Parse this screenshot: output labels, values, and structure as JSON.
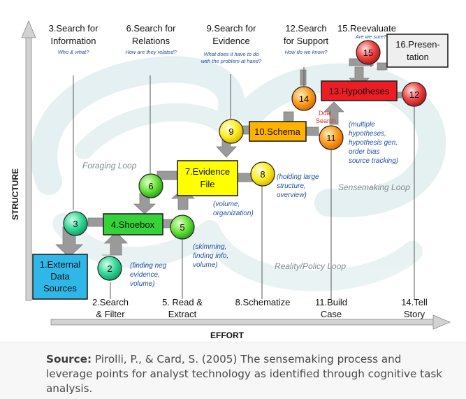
{
  "axes": {
    "structure_label": "STRUCTURE",
    "effort_label": "EFFORT"
  },
  "loops": {
    "foraging": "Foraging Loop",
    "sensemaking": "Sensemaking Loop",
    "reality": "Reality/Policy Loop"
  },
  "top_labels": [
    {
      "line1": "3.Search for",
      "line2": "Information",
      "note": "Who & what?"
    },
    {
      "line1": "6.Search for",
      "line2": "Relations",
      "note": "How are they related?"
    },
    {
      "line1": "9.Search for",
      "line2": "Evidence",
      "note1": "What does it have to do",
      "note2": "with the problem at hand?"
    },
    {
      "line1": "12.Search",
      "line2": "for Support",
      "note": "How do we know?"
    },
    {
      "line1": "15.Reevaluate",
      "note": "Are we sure?"
    }
  ],
  "boxes": {
    "external": {
      "line1": "1.External",
      "line2": "Data",
      "line3": "Sources"
    },
    "shoebox": "4.Shoebox",
    "evidence": {
      "line1": "7.Evidence",
      "line2": "File"
    },
    "schema": "10.Schema",
    "hypotheses": "13.Hypotheses",
    "presentation": {
      "line1": "16.Presen-",
      "line2": "tation"
    }
  },
  "circles": [
    "2",
    "3",
    "5",
    "6",
    "8",
    "9",
    "11",
    "12",
    "14",
    "15"
  ],
  "notes": {
    "n2": [
      "(finding neg",
      "evidence,",
      "volume)"
    ],
    "n4": [
      "(volume,",
      "organization)"
    ],
    "n5": [
      "(skimming,",
      "finding info,",
      "volume)"
    ],
    "n8": [
      "(holding large",
      "structure,",
      "overview)"
    ],
    "n11": [
      "(multiple",
      "hypotheses,",
      "hypothesis gen,",
      "order bias",
      "source tracking)"
    ],
    "dual": [
      "Dual",
      "Search"
    ]
  },
  "bottom_labels": [
    {
      "line1": "2.Search",
      "line2": "& Filter"
    },
    {
      "line1": "5. Read &",
      "line2": "Extract"
    },
    {
      "line1": "8.Schematize"
    },
    {
      "line1": "11.Build",
      "line2": "Case"
    },
    {
      "line1": "14.Tell",
      "line2": "Story"
    }
  ],
  "caption": {
    "bold": "Source:",
    "text": " Pirolli, P., & Card, S. (2005) The sensemaking process and leverage points for analyst technology as identified through cognitive task analysis."
  },
  "colors": {
    "external": "#2fb7e8",
    "shoebox": "#36d23a",
    "evidence": "#ffff00",
    "schema": "#ffb300",
    "hypotheses": "#ee1c24",
    "presentation": "#efefef",
    "note_blue": "#1f4fa3",
    "dual_red": "#cc3322"
  }
}
